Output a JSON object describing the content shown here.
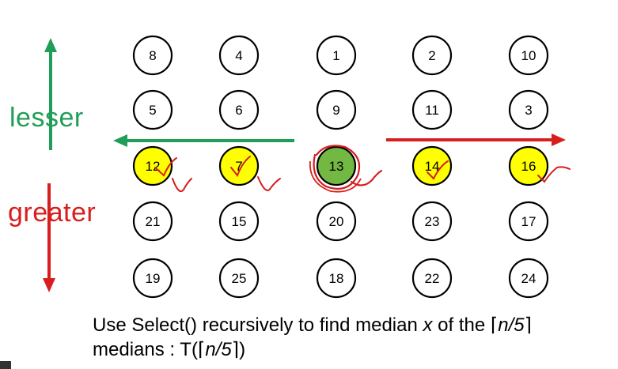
{
  "labels": {
    "lesser": "lesser",
    "greater": "greater"
  },
  "grid": {
    "rows": [
      [
        8,
        4,
        1,
        2,
        10
      ],
      [
        5,
        6,
        9,
        11,
        3
      ],
      [
        12,
        7,
        13,
        14,
        16
      ],
      [
        21,
        15,
        20,
        23,
        17
      ],
      [
        19,
        25,
        18,
        22,
        24
      ]
    ],
    "highlight_row": 2,
    "median_col": 2,
    "colors": {
      "highlight": "#ffff00",
      "median": "#72b843",
      "outline": "#000000",
      "lesser_arrow": "#1f9e57",
      "greater_arrow": "#d81d1d",
      "annotation": "#d81d1d"
    }
  },
  "caption": {
    "line1_prefix": "Use  Select() recursively to find median ",
    "line1_var": "x",
    "line1_mid": " of the ",
    "ceil_open": "⌈",
    "n_over_5": "n/5",
    "ceil_close": "⌉",
    "line2_prefix": "medians : T(",
    "line2_suffix": ")"
  }
}
